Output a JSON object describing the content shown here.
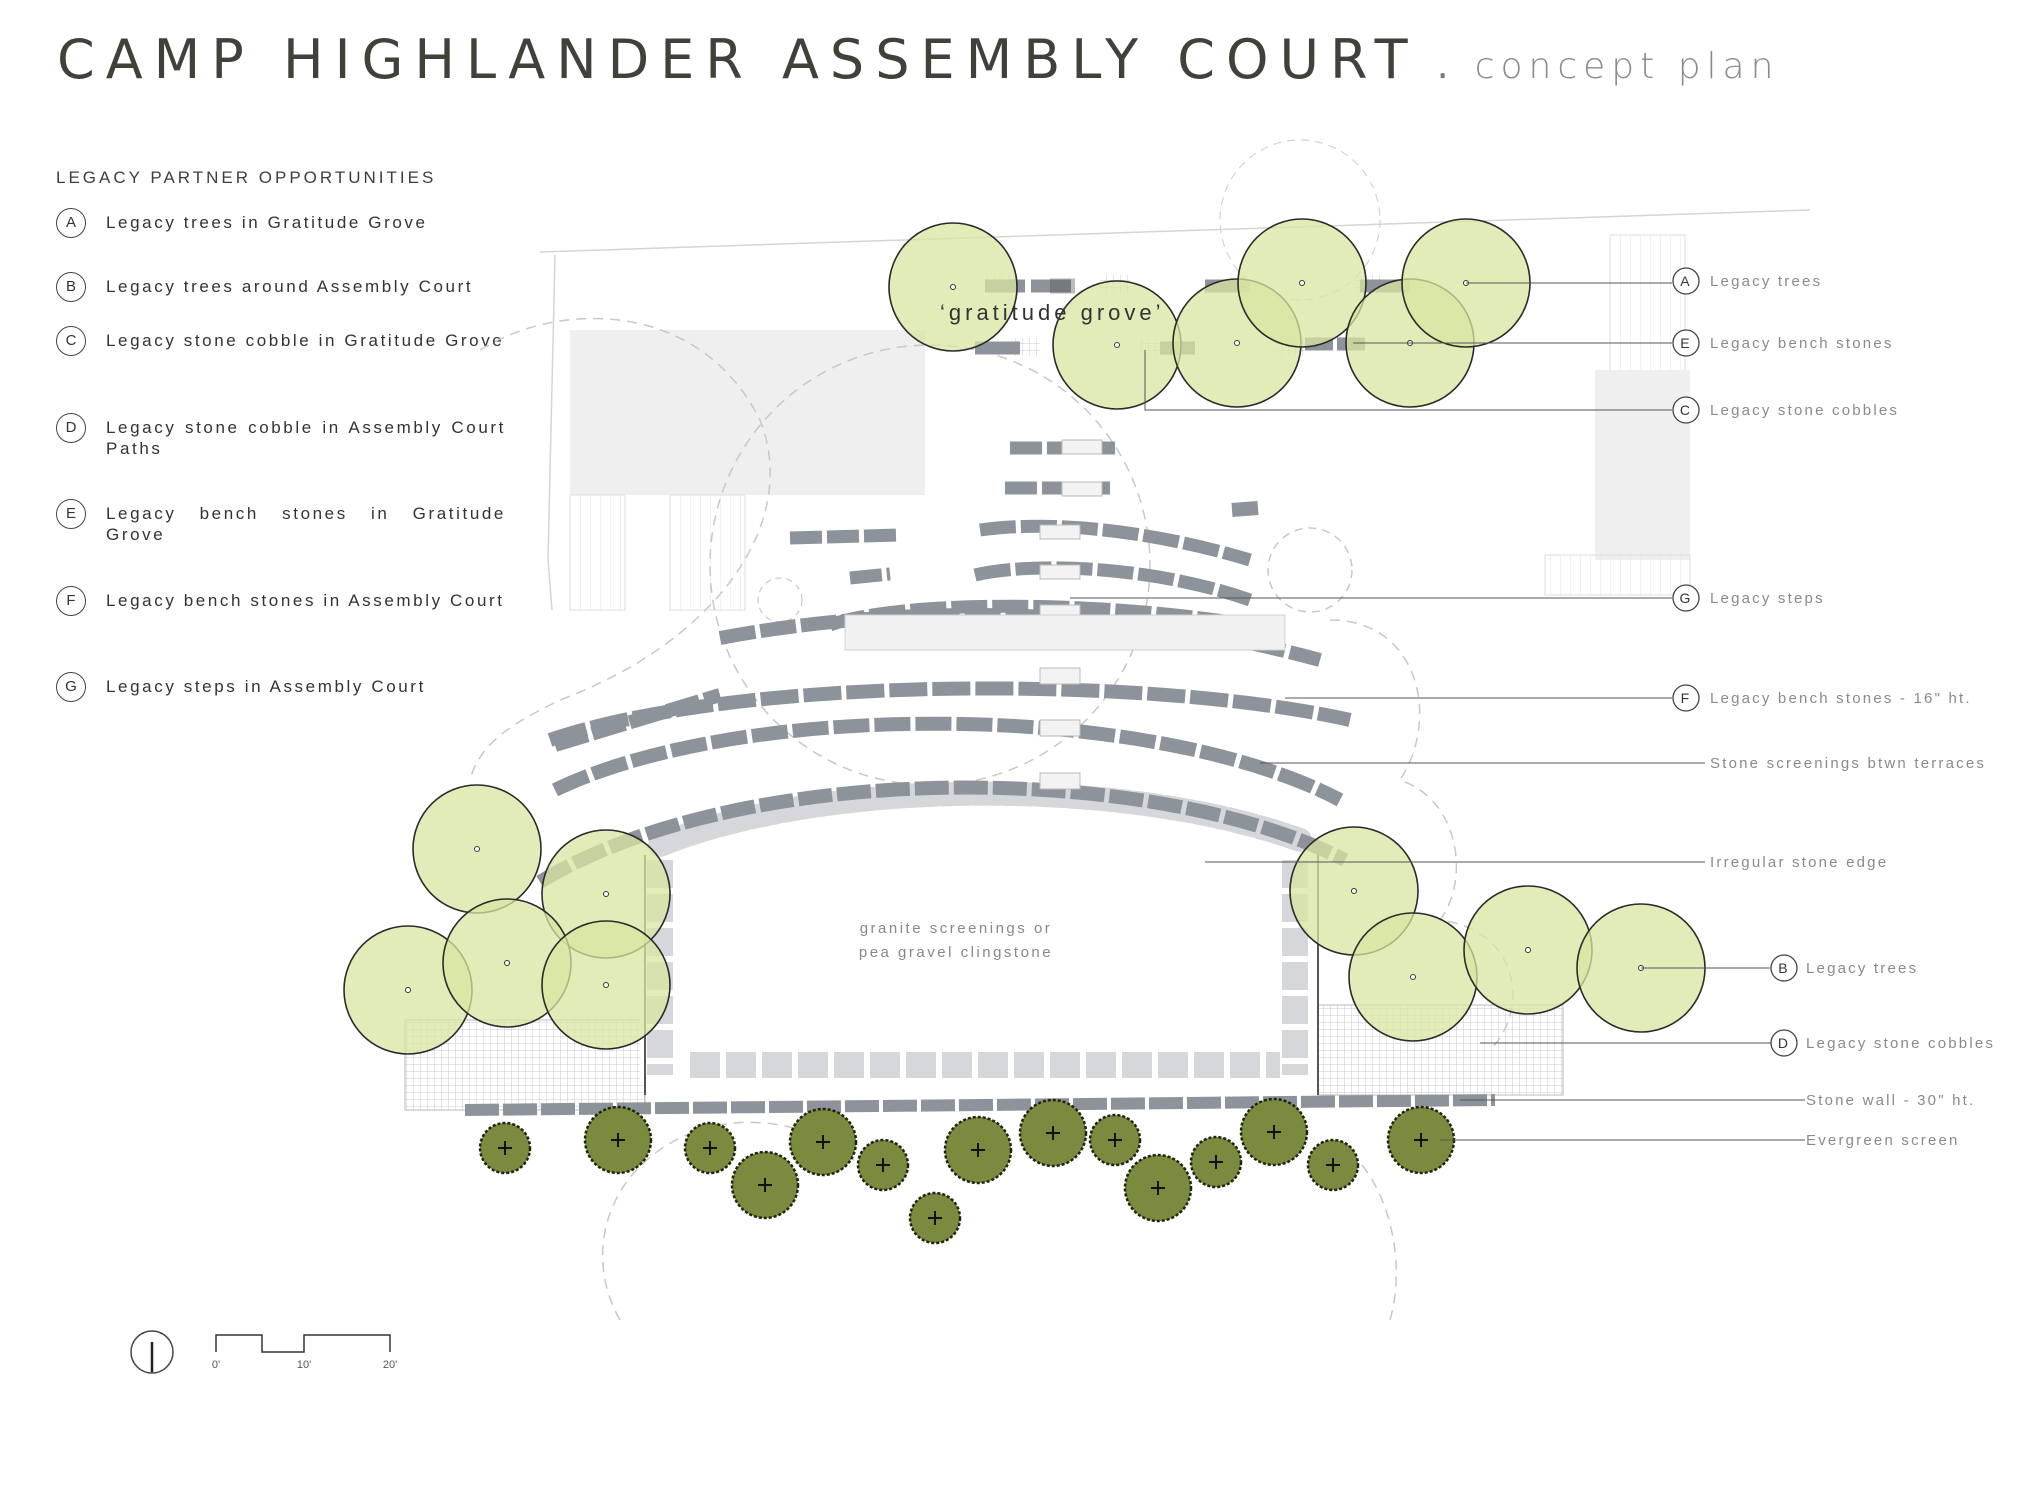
{
  "header": {
    "title": "CAMP HIGHLANDER ASSEMBLY COURT",
    "separator": ".",
    "subtitle": "concept plan"
  },
  "legend": {
    "title": "LEGACY PARTNER OPPORTUNITIES",
    "items": [
      {
        "letter": "A",
        "text": "Legacy trees in Gratitude Grove"
      },
      {
        "letter": "B",
        "text": "Legacy trees around Assembly Court"
      },
      {
        "letter": "C",
        "text": "Legacy stone cobble in Gratitude Grove"
      },
      {
        "letter": "D",
        "text": "Legacy stone cobble in Assembly Court Paths"
      },
      {
        "letter": "E",
        "text": "Legacy bench stones in Gratitude Grove"
      },
      {
        "letter": "F",
        "text": "Legacy bench stones in Assembly Court"
      },
      {
        "letter": "G",
        "text": "Legacy steps in Assembly Court"
      }
    ]
  },
  "plan": {
    "grove_label": "‘gratitude grove’",
    "court_label_line1": "granite screenings or",
    "court_label_line2": "pea gravel clingstone"
  },
  "callouts": [
    {
      "letter": "A",
      "text": "Legacy trees"
    },
    {
      "letter": "E",
      "text": "Legacy bench stones"
    },
    {
      "letter": "C",
      "text": "Legacy stone cobbles"
    },
    {
      "letter": "G",
      "text": "Legacy steps"
    },
    {
      "letter": "F",
      "text": "Legacy bench stones - 16\" ht."
    },
    {
      "letter": "",
      "text": "Stone screenings btwn terraces"
    },
    {
      "letter": "",
      "text": "Irregular stone edge"
    },
    {
      "letter": "B",
      "text": "Legacy trees"
    },
    {
      "letter": "D",
      "text": "Legacy stone cobbles"
    },
    {
      "letter": "",
      "text": "Stone wall - 30\" ht."
    },
    {
      "letter": "",
      "text": "Evergreen screen"
    }
  ],
  "scale_bar": {
    "ticks": [
      "0'",
      "10'",
      "20'"
    ]
  },
  "colors": {
    "tree_fill": "#d8e5a0",
    "tree_stroke": "#2b2b2b",
    "evergreen_fill": "#7a8a3e",
    "bench_stone": "#8d939b",
    "paving": "#e3e4e6",
    "title": "#3f4238"
  }
}
